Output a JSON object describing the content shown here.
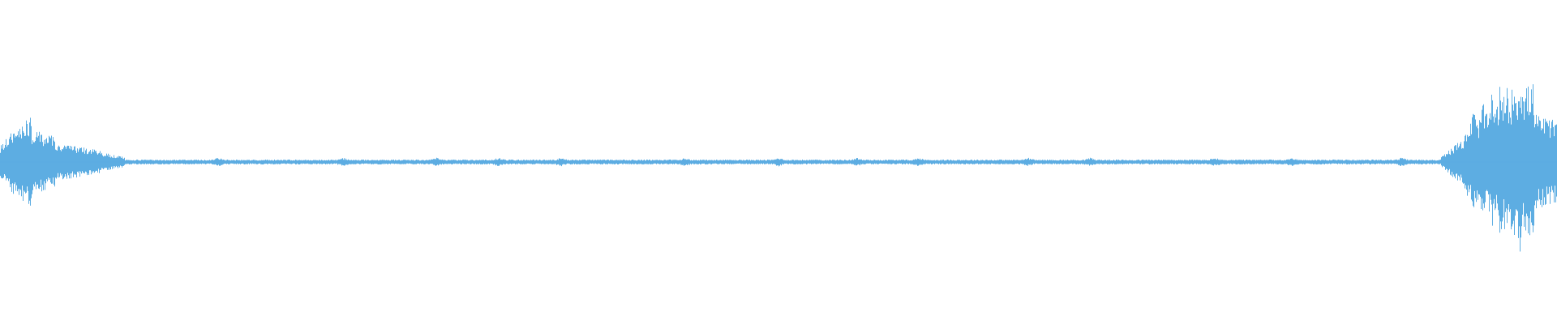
{
  "waveform": {
    "color": "#5dade2",
    "background": "#ffffff",
    "segments": [
      {
        "from": 0.0,
        "to": 0.01,
        "amp": [
          0.1,
          0.22
        ]
      },
      {
        "from": 0.01,
        "to": 0.02,
        "amp": [
          0.22,
          0.28
        ]
      },
      {
        "from": 0.02,
        "to": 0.035,
        "amp": [
          0.2,
          0.16
        ]
      },
      {
        "from": 0.035,
        "to": 0.065,
        "amp": [
          0.12,
          0.07
        ]
      },
      {
        "from": 0.065,
        "to": 0.08,
        "amp": [
          0.06,
          0.03
        ]
      },
      {
        "from": 0.08,
        "to": 0.925,
        "amp": [
          0.015,
          0.015
        ]
      },
      {
        "from": 0.925,
        "to": 0.94,
        "amp": [
          0.03,
          0.15
        ]
      },
      {
        "from": 0.94,
        "to": 0.985,
        "amp": [
          0.2,
          0.5
        ]
      },
      {
        "from": 0.985,
        "to": 1.0,
        "amp": [
          0.3,
          0.25
        ]
      }
    ],
    "bursts": [
      0.14,
      0.22,
      0.28,
      0.32,
      0.36,
      0.44,
      0.5,
      0.55,
      0.59,
      0.66,
      0.7,
      0.78,
      0.83,
      0.9
    ],
    "peaks": [
      0.946,
      0.952,
      0.958,
      0.963,
      0.967,
      0.972,
      0.976
    ]
  }
}
